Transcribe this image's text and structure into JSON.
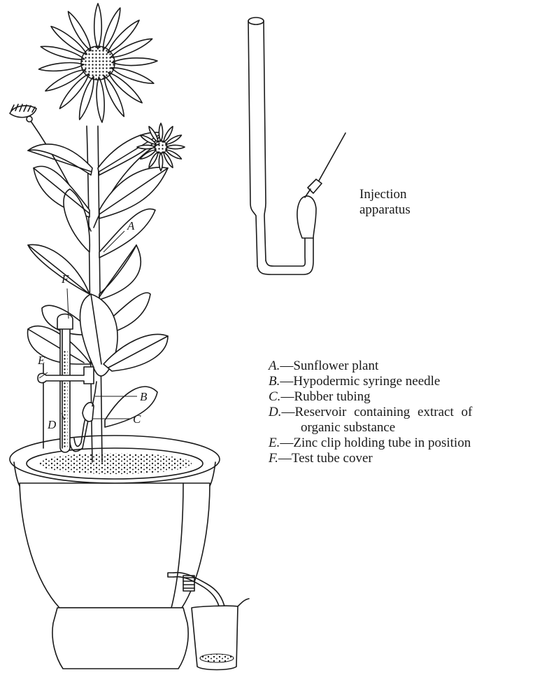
{
  "injection_label": [
    "Injection",
    "apparatus"
  ],
  "callouts": [
    "A",
    "B",
    "C",
    "D",
    "E",
    "F"
  ],
  "legend": [
    {
      "key": "A.",
      "text": "—Sunflower plant"
    },
    {
      "key": "B.",
      "text": "—Hypodermic syringe needle"
    },
    {
      "key": "C.",
      "text": "—Rubber tubing"
    },
    {
      "key": "D.",
      "text": "—Reservoir containing extract of",
      "continuation": "organic substance"
    },
    {
      "key": "E.",
      "text": "—Zinc clip holding tube in position"
    },
    {
      "key": "F.",
      "text": "—Test tube cover"
    }
  ],
  "palette": {
    "ink": "#1a1a1a",
    "paper": "#ffffff"
  }
}
